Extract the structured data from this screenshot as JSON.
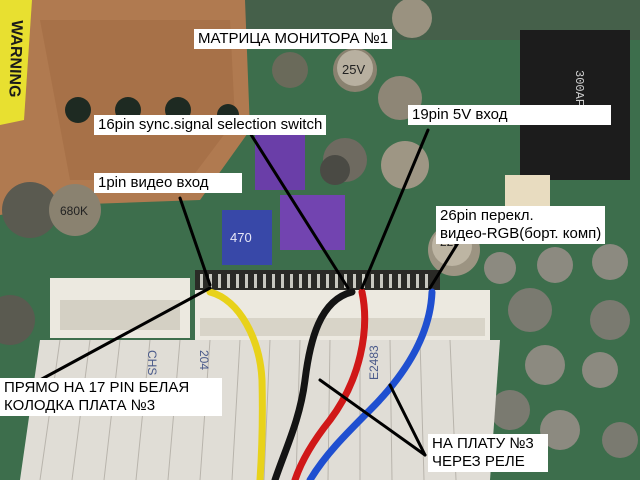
{
  "labels": {
    "monitor_matrix": "МАТРИЦА МОНИТОРА №1",
    "pin16": "16pin sync.signal selection switch",
    "pin19": "19pin 5V вход",
    "pin1": "1pin видео вход",
    "pin26_line1": "26pin перекл.",
    "pin26_line2": "видео-RGB(борт. комп)",
    "direct_line1": "ПРЯМО НА 17 PIN БЕЛАЯ",
    "direct_line2": "КОЛОДКА ПЛАТА №3",
    "relay_line1": "НА ПЛАТУ №3",
    "relay_line2": "ЧЕРЕЗ РЕЛЕ"
  },
  "board_markings": {
    "warning": "WARNING",
    "cap_25v": "25V",
    "cap_470": "470",
    "chip": "300AF",
    "cap_22p": "22P",
    "cap_680k": "680K",
    "ribbon_1": "CHS",
    "ribbon_2": "E2483",
    "ribbon_3": "204"
  },
  "colors": {
    "wire_yellow": "#e8d21a",
    "wire_black": "#141414",
    "wire_red": "#d01818",
    "wire_blue": "#1f4fd0",
    "pcb_green": "#3d6e4c",
    "shield_copper": "#b07a50",
    "connector_white": "#ece9e0"
  }
}
